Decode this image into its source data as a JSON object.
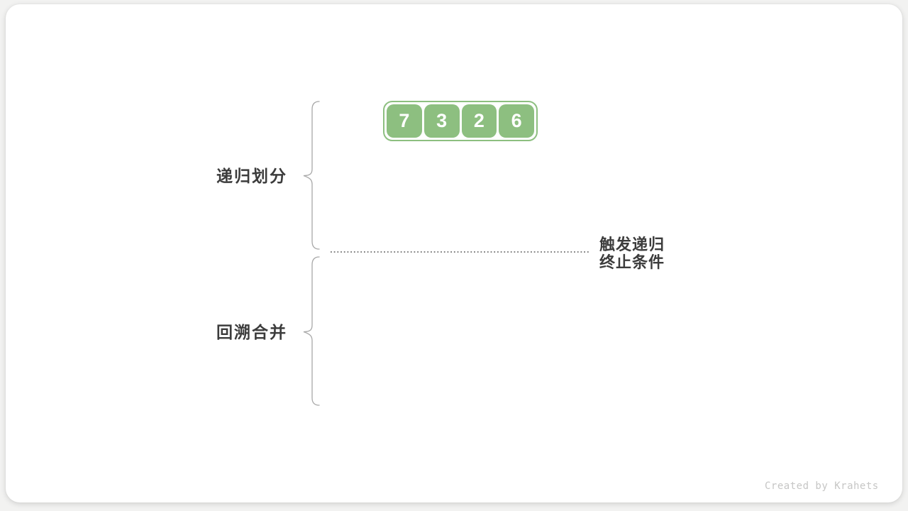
{
  "theme": {
    "pageBg": "#f2f2f1",
    "cardBg": "#ffffff",
    "green": "#8dbf80",
    "cellText": "#ffffff",
    "labelText": "#3c3c3c",
    "brace": "#a8a8a8",
    "dots": "#707070",
    "watermarkText": "#c6c6c5"
  },
  "diagram": {
    "array": {
      "values": [
        "7",
        "3",
        "2",
        "6"
      ]
    },
    "labels": {
      "divide": "递归划分",
      "merge": "回溯合并",
      "terminate_line1": "触发递归",
      "terminate_line2": "终止条件"
    }
  },
  "footer": {
    "watermark": "Created by Krahets"
  }
}
